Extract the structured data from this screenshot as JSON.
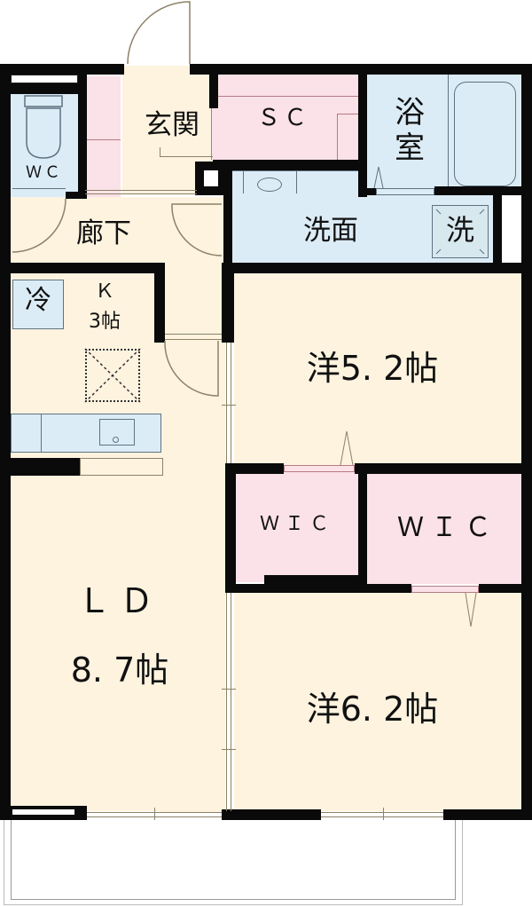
{
  "floorplan": {
    "rooms": {
      "entrance": {
        "label": "玄関"
      },
      "shoe_closet": {
        "label": "ＳＣ"
      },
      "bathroom": {
        "label_line1": "浴",
        "label_line2": "室"
      },
      "toilet": {
        "label": "ＷＣ"
      },
      "hallway": {
        "label": "廊下"
      },
      "washroom": {
        "label": "洗面"
      },
      "washer_space": {
        "label": "洗"
      },
      "fridge_space": {
        "label": "冷"
      },
      "kitchen": {
        "label_line1": "Ｋ",
        "label_line2": "3帖"
      },
      "western_room_1": {
        "label": "洋5. 2帖"
      },
      "wic_1": {
        "label": "ＷＩＣ"
      },
      "wic_2": {
        "label": "ＷＩＣ"
      },
      "living_dining": {
        "label_line1": "ＬＤ",
        "label_line2": "8. 7帖"
      },
      "western_room_2": {
        "label": "洋6. 2帖"
      }
    },
    "colors": {
      "wall": "#0a0a0a",
      "living_floor": "#fdf3df",
      "wet_area": "#dcecf6",
      "storage": "#fbe1e8",
      "fixture_line": "#8b8266"
    }
  }
}
